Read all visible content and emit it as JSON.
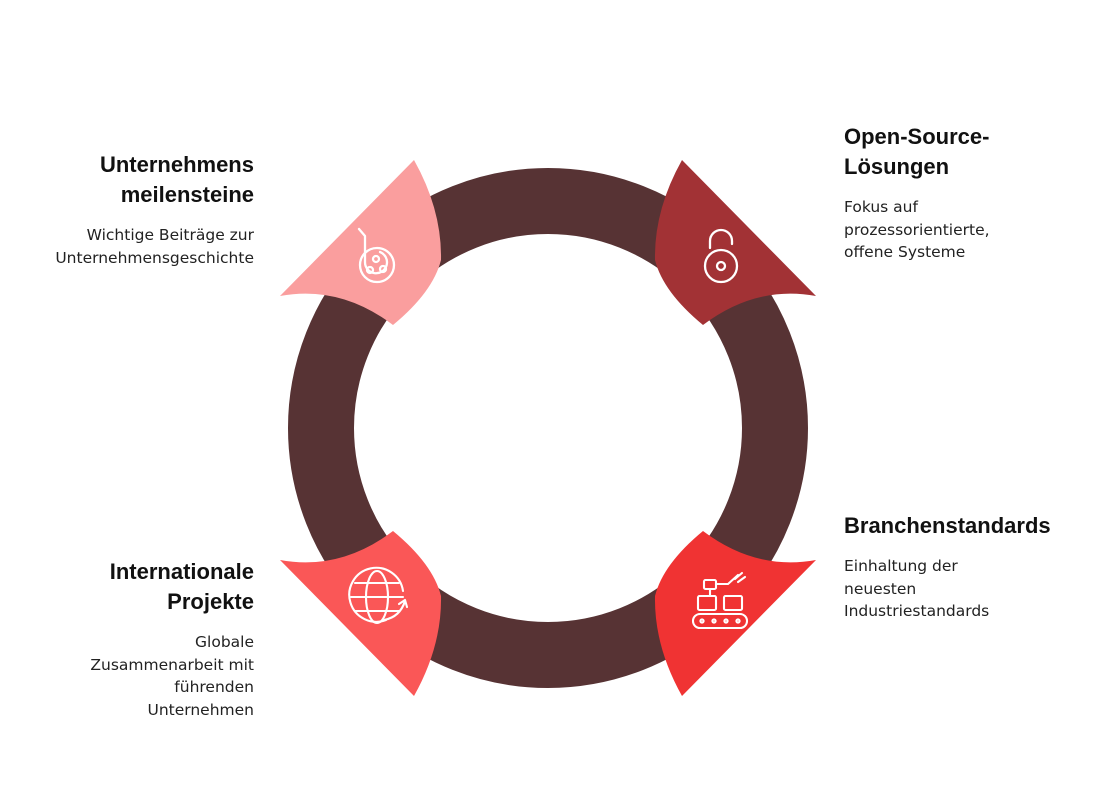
{
  "colors": {
    "ring": "#573334",
    "tl": "#FA9E9E",
    "tr": "#A23235",
    "br": "#F03333",
    "bl": "#FA5757",
    "icon_stroke": "#ffffff"
  },
  "segments": [
    {
      "id": "tl",
      "title": "Unternehmens\nmeilensteine",
      "desc": "Wichtige Beiträge zur\nUnternehmensgeschichte",
      "icon": "milestone-icon"
    },
    {
      "id": "tr",
      "title": "Open-Source-\nLösungen",
      "desc": "Fokus auf\nprozessorientierte,\noffene Systeme",
      "icon": "unlocked-padlock-icon"
    },
    {
      "id": "br",
      "title": "Branchenstandards",
      "desc": "Einhaltung der\nneuesten\nIndustriestandards",
      "icon": "assembly-line-robot-icon"
    },
    {
      "id": "bl",
      "title": "Internationale\nProjekte",
      "desc": "Globale\nZusammenarbeit mit\nführenden\nUnternehmen",
      "icon": "globe-arrow-icon"
    }
  ]
}
